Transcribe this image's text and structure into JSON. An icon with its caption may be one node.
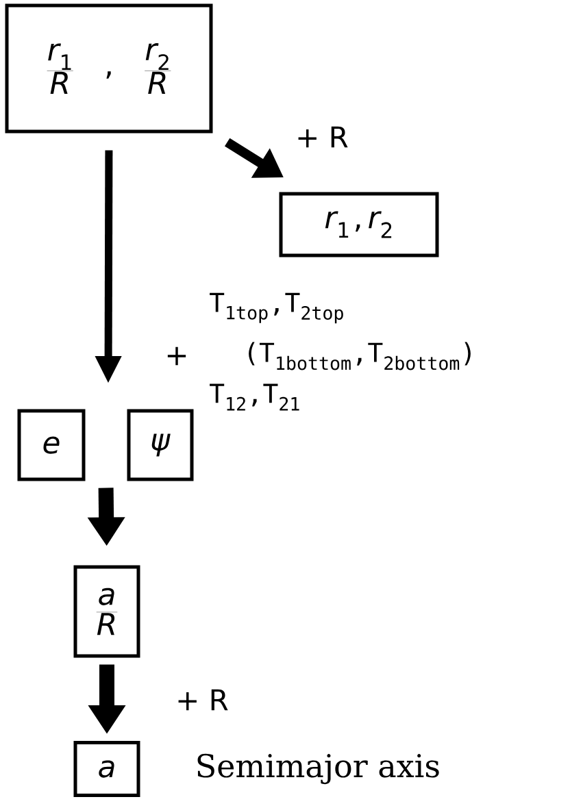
{
  "diagram": {
    "nodes": [
      {
        "text": [
          "\\frac{r_1}{R}\\quad \\textrm{,} \\quad\\frac{r_2}{R}"
        ]
      },
      {
        "text": [
          "r_1\\, \\textrm{,}\\; r_2"
        ]
      },
      {
        "text": [
          "e"
        ]
      },
      {
        "text": [
          "\\psi"
        ]
      },
      {
        "text": [
          "\\frac{a}{R}"
        ]
      },
      {
        "text": [
          "a"
        ],
        "beside": [
          "Semimajor axis"
        ]
      }
    ],
    "edges": [
      {
        "from": 0,
        "to": 1,
        "arrow": "to",
        "label": "+ R"
      },
      {
        "from": 0,
        "to": null,
        "arrow": "to",
        "label": "+"
      },
      {
        "from": 2,
        "to": 4,
        "arrow": "to"
      },
      {
        "from": 3,
        "to": 4,
        "arrow": "to"
      },
      {
        "from": 4,
        "to": 5,
        "arrow": "to",
        "label": "+ R"
      }
    ],
    "labels": [
      "T$_{1top}$,T$_{2top}$",
      "(T$_{1bottom}$,T$_{2bottom}$)",
      "T$_{12}$,T$_{21}$"
    ]
  }
}
